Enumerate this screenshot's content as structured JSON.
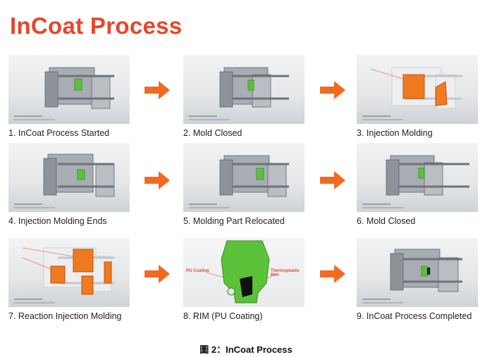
{
  "title": "InCoat Process",
  "steps": [
    {
      "caption": "1. InCoat Process Started",
      "state": "open"
    },
    {
      "caption": "2. Mold Closed",
      "state": "closed"
    },
    {
      "caption": "3. Injection Molding",
      "state": "inject"
    },
    {
      "caption": "4. Injection Molding Ends",
      "state": "open"
    },
    {
      "caption": "5. Molding Part Relocated",
      "state": "open"
    },
    {
      "caption": "6. Mold Closed",
      "state": "closed"
    },
    {
      "caption": "7. Reaction Injection Molding",
      "state": "rim"
    },
    {
      "caption": "8. RIM (PU Coating)",
      "state": "part"
    },
    {
      "caption": "9. InCoat Process Completed",
      "state": "open"
    }
  ],
  "rim_detail": {
    "pu_label": "PU Coating",
    "thermo_label": "Thermoplastic Part"
  },
  "figure_caption": "圖 2：InCoat Process",
  "colors": {
    "accent": "#e8452a",
    "arrow": "#f26a21",
    "part_green": "#5cc23a",
    "mold_orange": "#f07a1f"
  }
}
